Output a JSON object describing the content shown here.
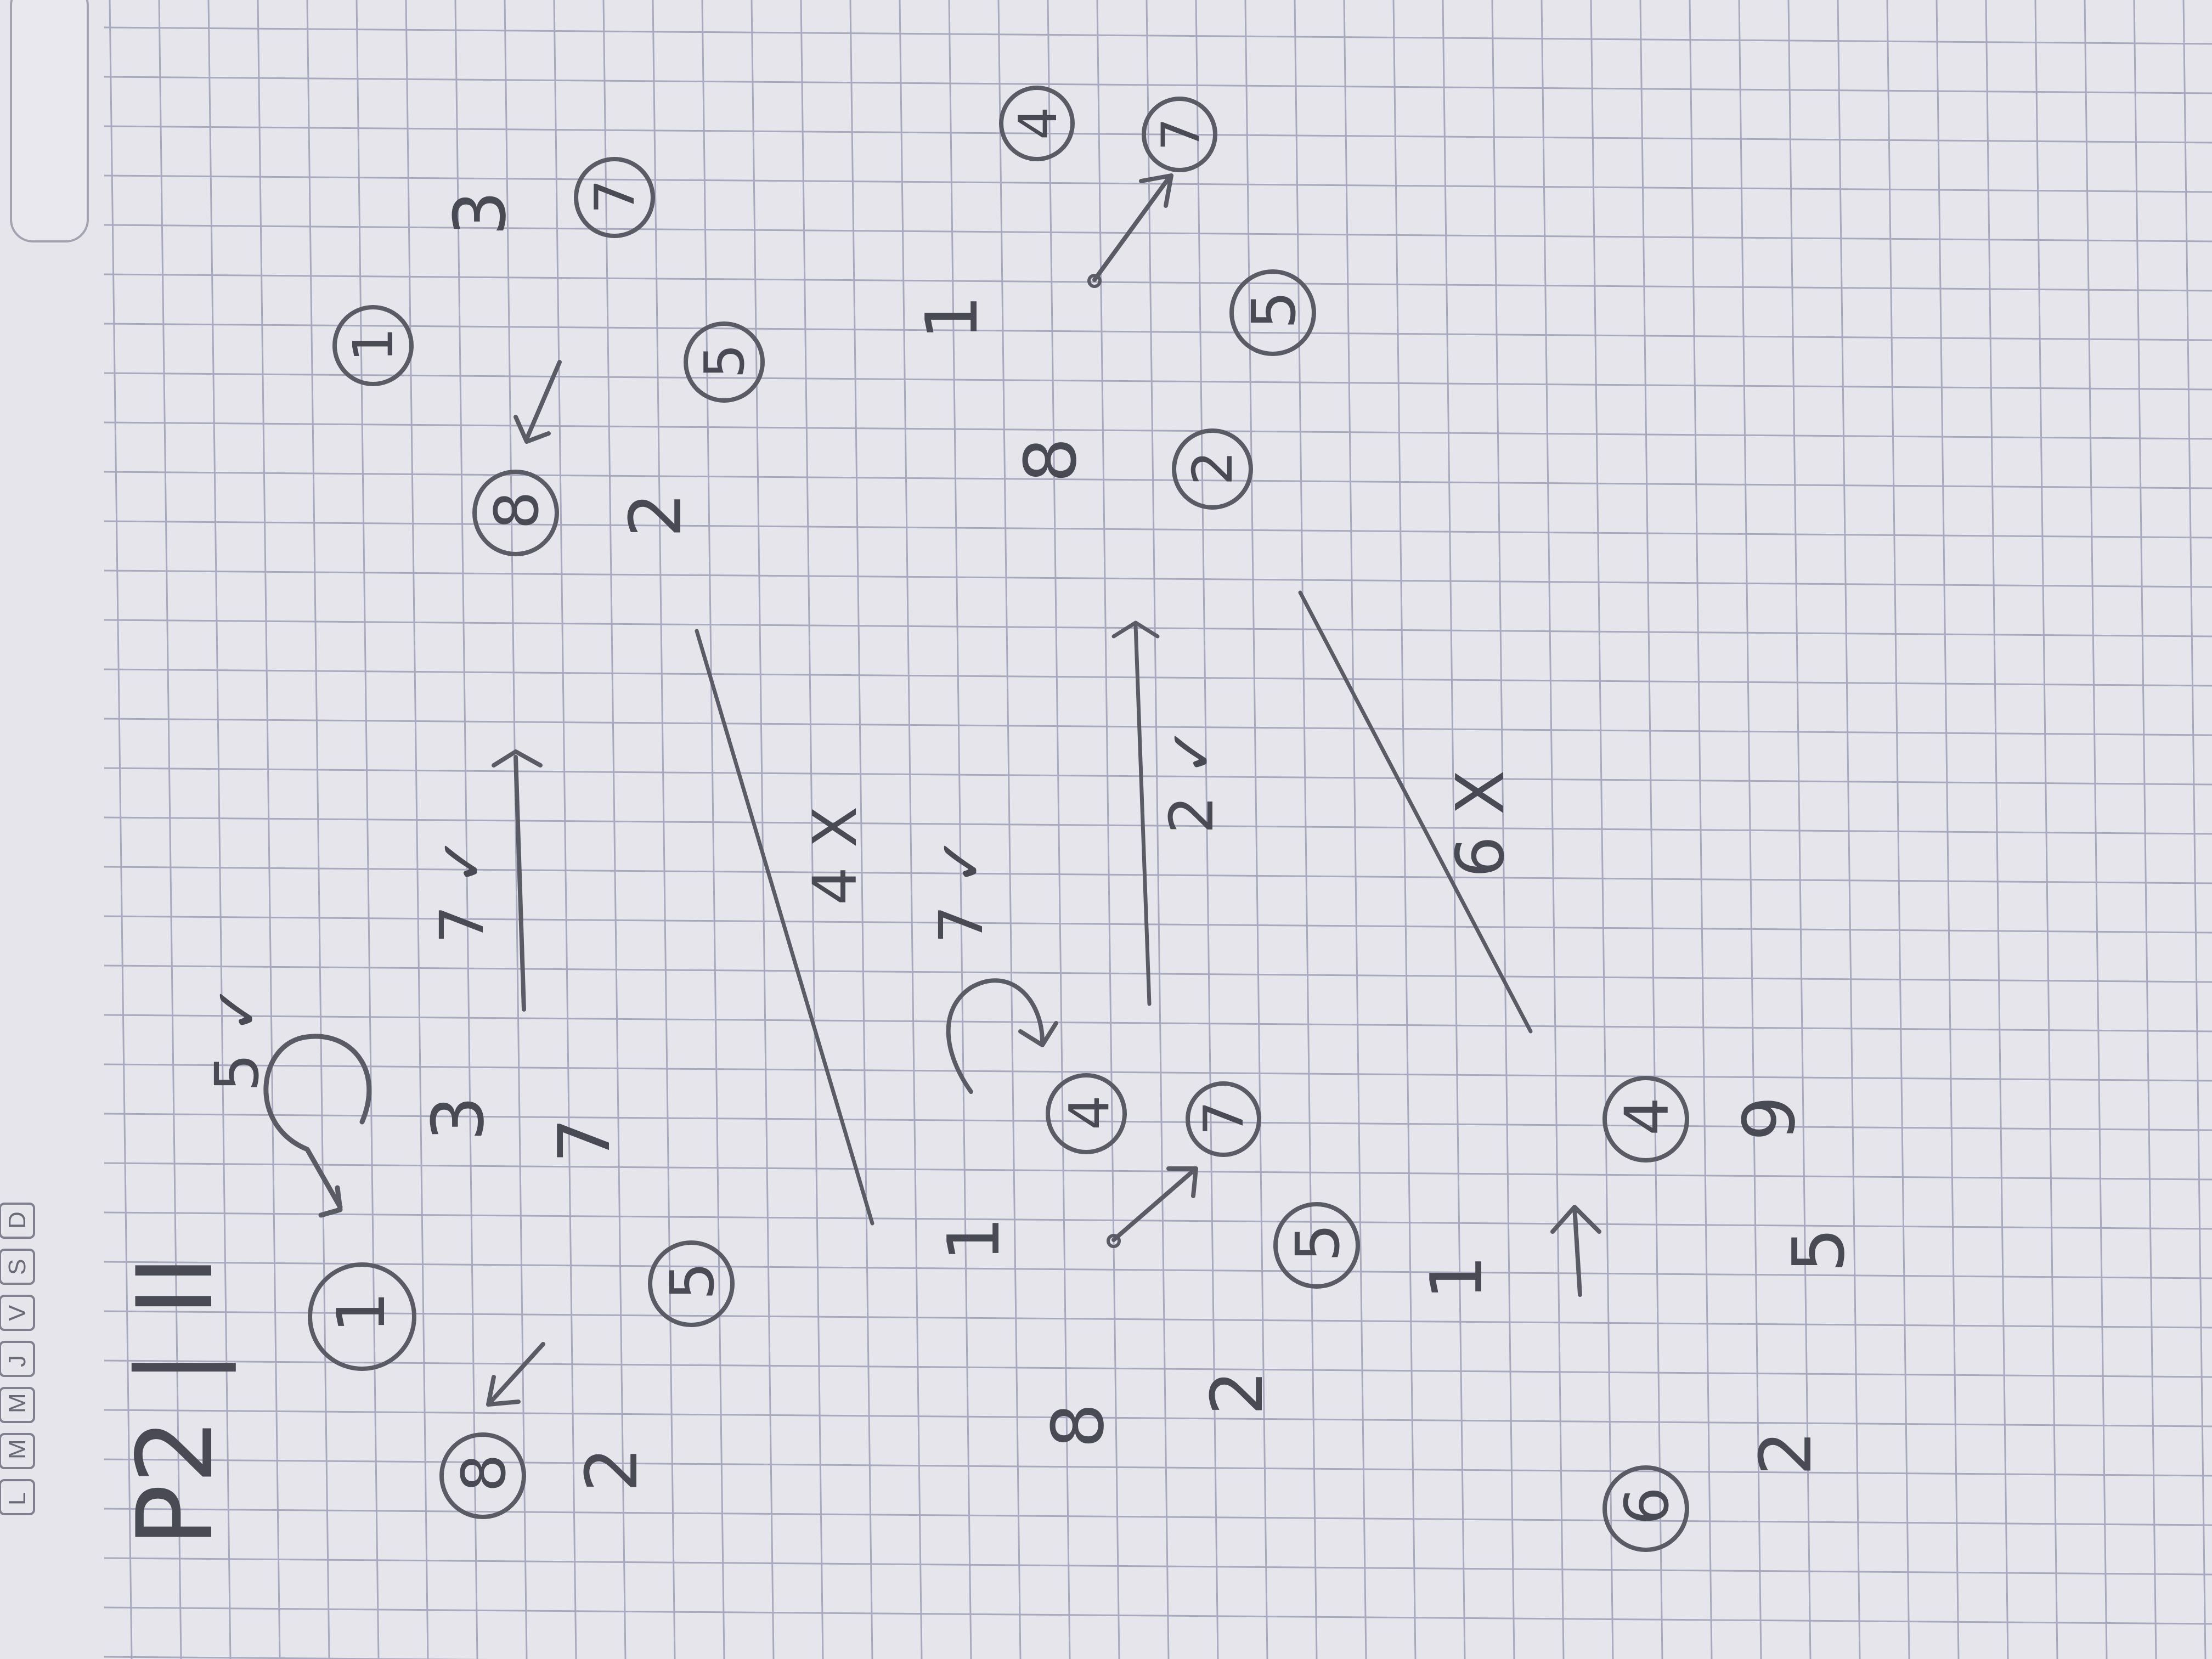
{
  "header": {
    "weekdays": [
      "L",
      "M",
      "M",
      "J",
      "V",
      "S",
      "D"
    ],
    "title": "P2 | II"
  },
  "colors": {
    "paper": "#e6e5ec",
    "grid": "#a9a9bd",
    "pencil": "#5b5b66"
  },
  "notes": {
    "round1": {
      "circles": [
        "1",
        "8",
        "5"
      ],
      "plain": [
        "3",
        "7",
        "2"
      ],
      "marks": [
        "5 ✓",
        "7 ✓",
        "4 X"
      ]
    },
    "round2": {
      "circles": [
        "4",
        "7",
        "5",
        "6",
        "4"
      ],
      "plain": [
        "1",
        "8",
        "2",
        "1",
        "2",
        "5",
        "9"
      ],
      "marks": [
        "7 ✓",
        "2 ✓",
        "6 X"
      ]
    },
    "right_page": {
      "circles": [
        "1",
        "7",
        "8",
        "5",
        "4",
        "7",
        "2",
        "5"
      ],
      "plain": [
        "3",
        "2",
        "1",
        "8"
      ]
    }
  }
}
